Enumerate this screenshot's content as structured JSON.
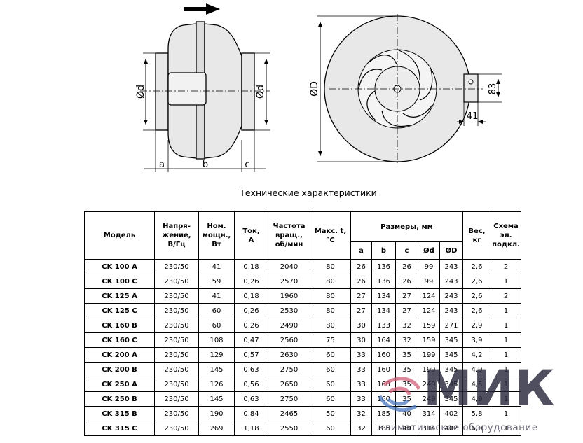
{
  "drawing": {
    "dim_a": "a",
    "dim_b": "b",
    "dim_c": "c",
    "dim_d_left": "Ød",
    "dim_d_right": "Ød",
    "dim_D": "ØD",
    "dim_83": "83",
    "dim_41": "41",
    "flow_arrow_icon": "arrow-right-icon"
  },
  "title": "Технические характеристики",
  "table": {
    "headers": {
      "model": "Модель",
      "voltage": [
        "Напря-",
        "жение,",
        "В/Гц"
      ],
      "power": [
        "Ном.",
        "мощн.,",
        "Вт"
      ],
      "current": [
        "Ток,",
        "А"
      ],
      "rpm": [
        "Частота",
        "вращ.,",
        "об/мин"
      ],
      "tmax": [
        "Макс. t,",
        "°C"
      ],
      "dims": "Размеры, мм",
      "weight": [
        "Вес,",
        "кг"
      ],
      "scheme": [
        "Схема",
        "эл.",
        "подкл."
      ]
    },
    "dim_headers": [
      "a",
      "b",
      "c",
      "Ød",
      "ØD"
    ],
    "rows": [
      [
        "CK 100 A",
        "230/50",
        "41",
        "0,18",
        "2040",
        "80",
        "26",
        "136",
        "26",
        "99",
        "243",
        "2,6",
        "2"
      ],
      [
        "CK 100 C",
        "230/50",
        "59",
        "0,26",
        "2570",
        "80",
        "26",
        "136",
        "26",
        "99",
        "243",
        "2,6",
        "1"
      ],
      [
        "CK 125 A",
        "230/50",
        "41",
        "0,18",
        "1960",
        "80",
        "27",
        "134",
        "27",
        "124",
        "243",
        "2,6",
        "2"
      ],
      [
        "CK 125 C",
        "230/50",
        "60",
        "0,26",
        "2530",
        "80",
        "27",
        "134",
        "27",
        "124",
        "243",
        "2,6",
        "1"
      ],
      [
        "CK 160 B",
        "230/50",
        "60",
        "0,26",
        "2490",
        "80",
        "30",
        "133",
        "32",
        "159",
        "271",
        "2,9",
        "1"
      ],
      [
        "CK 160 C",
        "230/50",
        "108",
        "0,47",
        "2560",
        "75",
        "30",
        "164",
        "32",
        "159",
        "345",
        "3,9",
        "1"
      ],
      [
        "CK 200 A",
        "230/50",
        "129",
        "0,57",
        "2630",
        "60",
        "33",
        "160",
        "35",
        "199",
        "345",
        "4,2",
        "1"
      ],
      [
        "CK 200 B",
        "230/50",
        "145",
        "0,63",
        "2750",
        "60",
        "33",
        "160",
        "35",
        "199",
        "345",
        "4,9",
        "1"
      ],
      [
        "CK 250 A",
        "230/50",
        "126",
        "0,56",
        "2650",
        "60",
        "33",
        "160",
        "35",
        "249",
        "345",
        "4,5",
        "1"
      ],
      [
        "CK 250 B",
        "230/50",
        "145",
        "0,63",
        "2750",
        "60",
        "33",
        "160",
        "35",
        "249",
        "345",
        "4,9",
        "1"
      ],
      [
        "CK 315 B",
        "230/50",
        "190",
        "0,84",
        "2465",
        "50",
        "32",
        "185",
        "40",
        "314",
        "402",
        "5,8",
        "1"
      ],
      [
        "CK 315 C",
        "230/50",
        "269",
        "1,18",
        "2550",
        "60",
        "32",
        "185",
        "40",
        "314",
        "402",
        "6,0",
        "1"
      ]
    ]
  },
  "watermark": {
    "logo_text": "МИК",
    "subtitle": "климатическое оборудование",
    "logo_icon": "mik-swirl-logo-icon"
  }
}
